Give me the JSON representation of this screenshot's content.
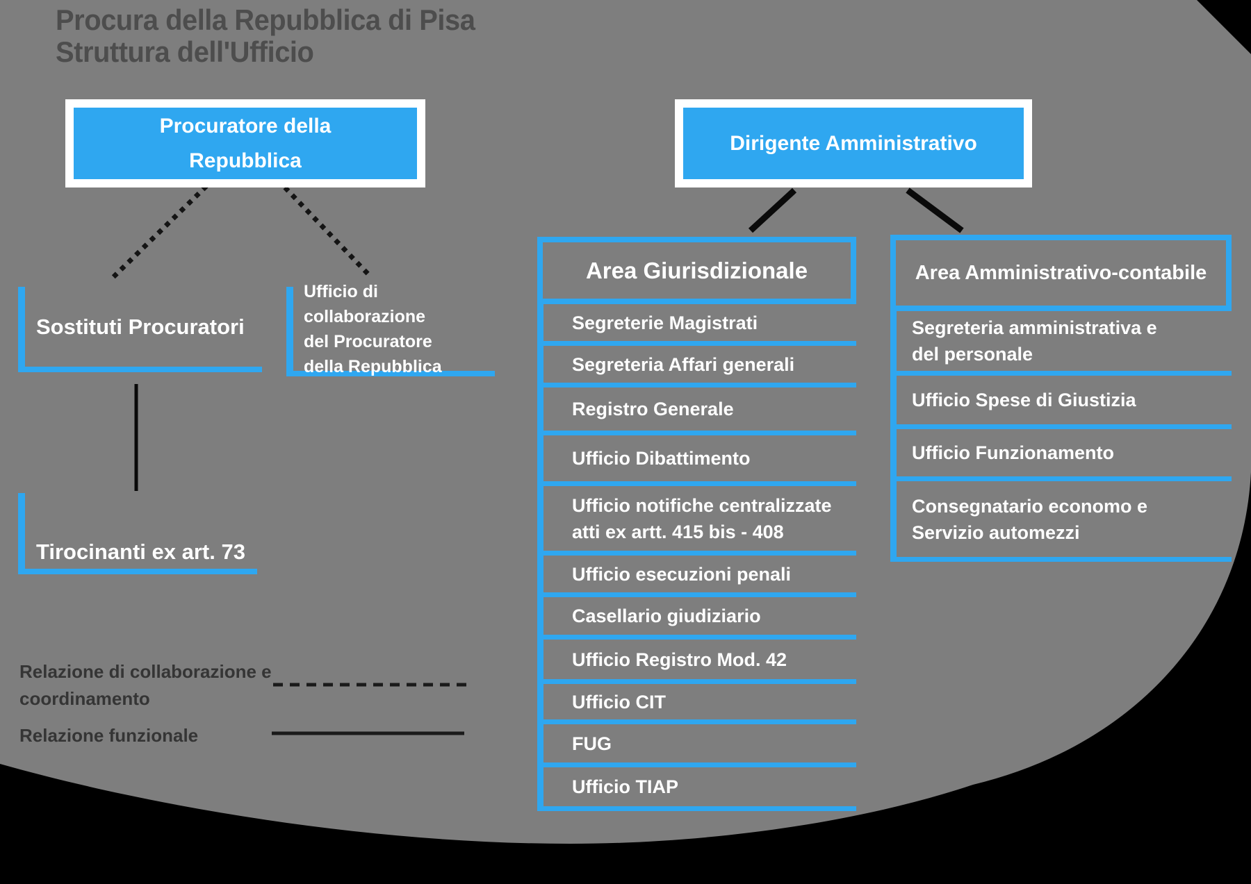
{
  "title": {
    "lines": [
      "Procura della Repubblica di Pisa",
      "Struttura dell'Ufficio"
    ]
  },
  "org": {
    "procuratore": {
      "lines": [
        "Procuratore della",
        "Repubblica"
      ]
    },
    "dirigente": {
      "label": "Dirigente Amministrativo"
    },
    "sostituti": {
      "label": "Sostituti Procuratori"
    },
    "collaborazione": {
      "lines": [
        "Ufficio di collaborazione",
        "del Procuratore",
        "della Repubblica"
      ]
    },
    "tirocinanti": {
      "label": "Tirocinanti ex art. 73"
    }
  },
  "giurisdizionale": {
    "title": "Area Giurisdizionale",
    "items": [
      {
        "label": "Segreterie Magistrati"
      },
      {
        "label": "Segreteria Affari generali"
      },
      {
        "label": "Registro Generale"
      },
      {
        "label": "Ufficio Dibattimento"
      },
      {
        "lines": [
          "Ufficio notifiche centralizzate",
          "atti ex artt. 415 bis - 408"
        ]
      },
      {
        "label": "Ufficio esecuzioni penali"
      },
      {
        "label": "Casellario giudiziario"
      },
      {
        "label": "Ufficio Registro Mod. 42"
      },
      {
        "label": "Ufficio CIT"
      },
      {
        "label": "FUG"
      },
      {
        "label": "Ufficio TIAP"
      }
    ]
  },
  "amministrativa": {
    "title": "Area Amministrativo-contabile",
    "items": [
      {
        "lines": [
          "Segreteria amministrativa e",
          "del personale"
        ]
      },
      {
        "label": "Ufficio Spese di Giustizia"
      },
      {
        "label": "Ufficio Funzionamento"
      },
      {
        "lines": [
          "Consegnatario economo e",
          "Servizio automezzi"
        ]
      }
    ]
  },
  "legend": {
    "collaborazione": {
      "lines": [
        "Relazione di collaborazione e",
        "coordinamento"
      ]
    },
    "funzionale": {
      "lines": [
        "Relazione funzionale"
      ]
    }
  },
  "colors": {
    "accent_blue": "#2FA7F0",
    "panel_gray": "#7E7E7E",
    "background_black": "#000000",
    "text_white": "#FFFFFF",
    "title_gray": "#4D4D4D",
    "legend_gray": "#353535"
  }
}
